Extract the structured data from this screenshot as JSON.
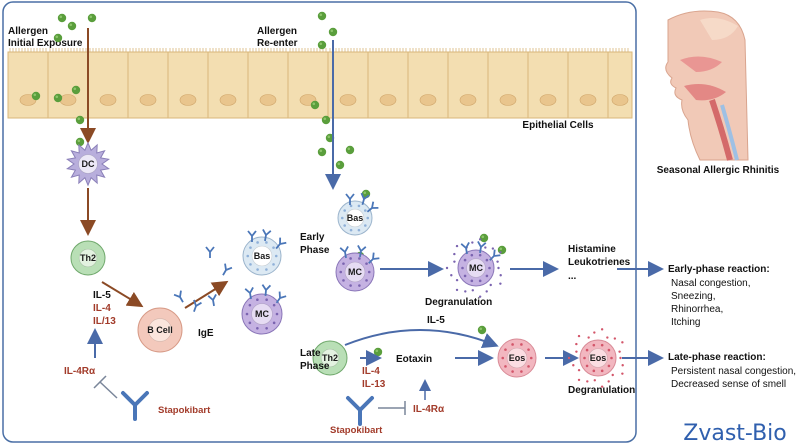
{
  "labels": {
    "allergen_initial": [
      "Allergen",
      "Initial Exposure"
    ],
    "allergen_reenter": [
      "Allergen",
      "Re-enter"
    ],
    "epithelial": "Epithelial Cells",
    "seasonal": "Seasonal Allergic Rhinitis",
    "dc": "DC",
    "th2_left": "Th2",
    "cytokines_left": [
      "IL-5",
      "IL-4",
      "IL/13"
    ],
    "b_cell": "B Cell",
    "ige": "IgE",
    "bas_left": "Bas",
    "mc_left": "MC",
    "il4ra_left": "IL-4Rα",
    "stapokibart_left": "Stapokibart",
    "early_phase": [
      "Early",
      "Phase"
    ],
    "bas_early": "Bas",
    "mc_early": "MC",
    "mc_degran": "MC",
    "degranulation_early": "Degranulation",
    "mediators": [
      "Histamine",
      "Leukotrienes",
      "..."
    ],
    "early_reaction_title": "Early-phase reaction:",
    "early_reaction_items": [
      "Nasal congestion,",
      "Sneezing,",
      "Rhinorrhea,",
      "Itching"
    ],
    "late_phase": [
      "Late",
      "Phase"
    ],
    "th2_late": "Th2",
    "il5_late": "IL-5",
    "eotaxin": "Eotaxin",
    "cytokines_late": [
      "IL-4",
      "IL-13"
    ],
    "eos": "Eos",
    "eos_degran": "Eos",
    "degranulation_late": "Degranulation",
    "il4ra_late": "IL-4Rα",
    "stapokibart_late": "Stapokibart",
    "late_reaction_title": "Late-phase reaction:",
    "late_reaction_items": [
      "Persistent nasal congestion,",
      "Decreased sense of smell"
    ],
    "watermark": "Zvast-Bio"
  },
  "colors": {
    "frame": "#4a6fa5",
    "epithelium": "#f3deb1",
    "epithelium_border": "#d8b77a",
    "nucleus": "#e9c58d",
    "allergen": "#5a9e3c",
    "brown_arrow": "#8b4a25",
    "blue_arrow": "#4a6aa8",
    "red_text": "#a23b2a",
    "dc": "#b8aedc",
    "th2": "#b9dfb6",
    "bcell": "#f3c9bc",
    "bas": "#dce9f3",
    "mc": "#c5b2e2",
    "eos": "#f2b7c0",
    "antibody": "#4a76b8",
    "watermark": "#2f5fae"
  }
}
